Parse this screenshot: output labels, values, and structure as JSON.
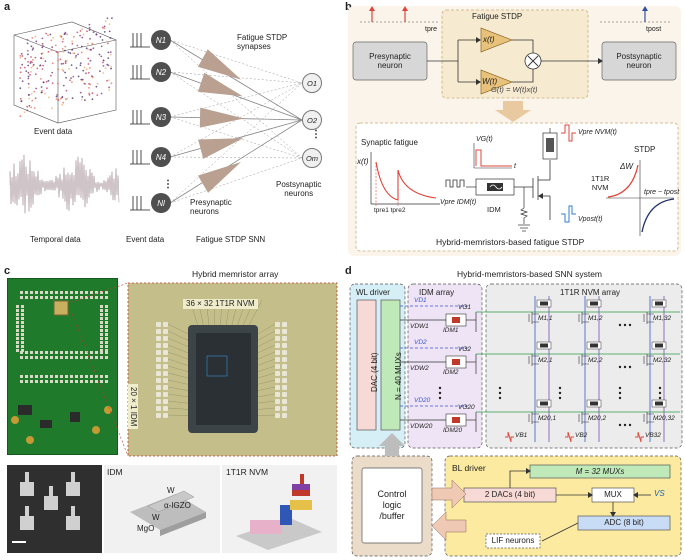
{
  "panel_labels": {
    "a": "a",
    "b": "b",
    "c": "c",
    "d": "d"
  },
  "a": {
    "event_data": "Event data",
    "temporal_data": "Temporal data",
    "event_data2": "Event data",
    "neurons": [
      "N1",
      "N2",
      "N3",
      "N4",
      "Nl"
    ],
    "outputs": [
      "O1",
      "O2",
      "Om"
    ],
    "fatigue_synapses": "Fatigue STDP\nsynapses",
    "presynaptic": "Presynaptic\nneurons",
    "postsynaptic": "Postsynaptic\nneurons",
    "snn_label": "Fatigue STDP SNN"
  },
  "b": {
    "fatigue_stdp": "Fatigue STDP",
    "presynaptic_neuron": "Presynaptic\nneuron",
    "postsynaptic_neuron": "Postsynaptic\nneuron",
    "xt": "x(t)",
    "wt": "W(t)",
    "gt_eq": "G(t) = W(t)x(t)",
    "tpre": "tpre",
    "tpost": "tpost",
    "synaptic_fatigue": "Synaptic fatigue",
    "xt2": "x(t)",
    "tpre12": "tpre1 tpre2",
    "vg": "VG(t)",
    "t": "t",
    "vpre_idm": "Vpre IDM(t)",
    "idm": "IDM",
    "vpre_nvm": "Vpre NVM(t)",
    "vpost": "Vpost(t)",
    "stdp": "STDP",
    "dw": "ΔW",
    "tpre_tpost": "tpre − tpost",
    "nvm_1t1r": "1T1R\nNVM",
    "footer": "Hybrid-memristors-based fatigue STDP"
  },
  "c": {
    "array_title": "Hybrid memristor array",
    "nvm_label": "36 × 32 1T1R NVM",
    "idm_array_label": "20 × 1 IDM",
    "idm_inset": "IDM",
    "nvm_inset": "1T1R NVM",
    "w_top": "W",
    "igzo": "α-IGZO",
    "w_bottom": "W",
    "mgo": "MgO"
  },
  "d": {
    "title": "Hybrid-memristors-based SNN system",
    "wl_driver": "WL driver",
    "dac": "DAC (4 bit)",
    "muxs": "N = 40 MUXs",
    "idm_array": "IDM array",
    "nvm_array": "1T1R NVM array",
    "vd_labels": [
      "VD1",
      "VD2",
      "VD20"
    ],
    "vdw_labels": [
      "VDW1",
      "VDW2",
      "VDW20"
    ],
    "vg_labels": [
      "VG1",
      "VG2",
      "VG20"
    ],
    "idm_labels": [
      "IDM1",
      "IDM2",
      "IDM20"
    ],
    "m_row1": [
      "M1,1",
      "M1,2",
      "M1,32"
    ],
    "m_row2": [
      "M2,1",
      "M2,2",
      "M2,32"
    ],
    "m_row20": [
      "M20,1",
      "M20,2",
      "M20,32"
    ],
    "vb_labels": [
      "VB1",
      "VB2",
      "VB32"
    ],
    "control": "Control\nlogic\n/buffer",
    "bl_driver": "BL driver",
    "bl_mux": "M = 32 MUXs",
    "dacs2": "2 DACs (4 bit)",
    "mux": "MUX",
    "vs": "VS",
    "lif": "LIF neurons",
    "adc": "ADC (8 bit)"
  },
  "colors": {
    "arrow_brown": "#b9a091",
    "box_tan": "#f3ead8",
    "panel_b_bg": "#fbf4ea",
    "amber": "#e8c27a",
    "wl_blue": "#d6eef5",
    "mux_green": "#bfe9b8",
    "bl_yellow": "#fbeaa0",
    "red": "#e0443a",
    "blue_line": "#3b56d6",
    "purple": "#7b4fb5"
  }
}
